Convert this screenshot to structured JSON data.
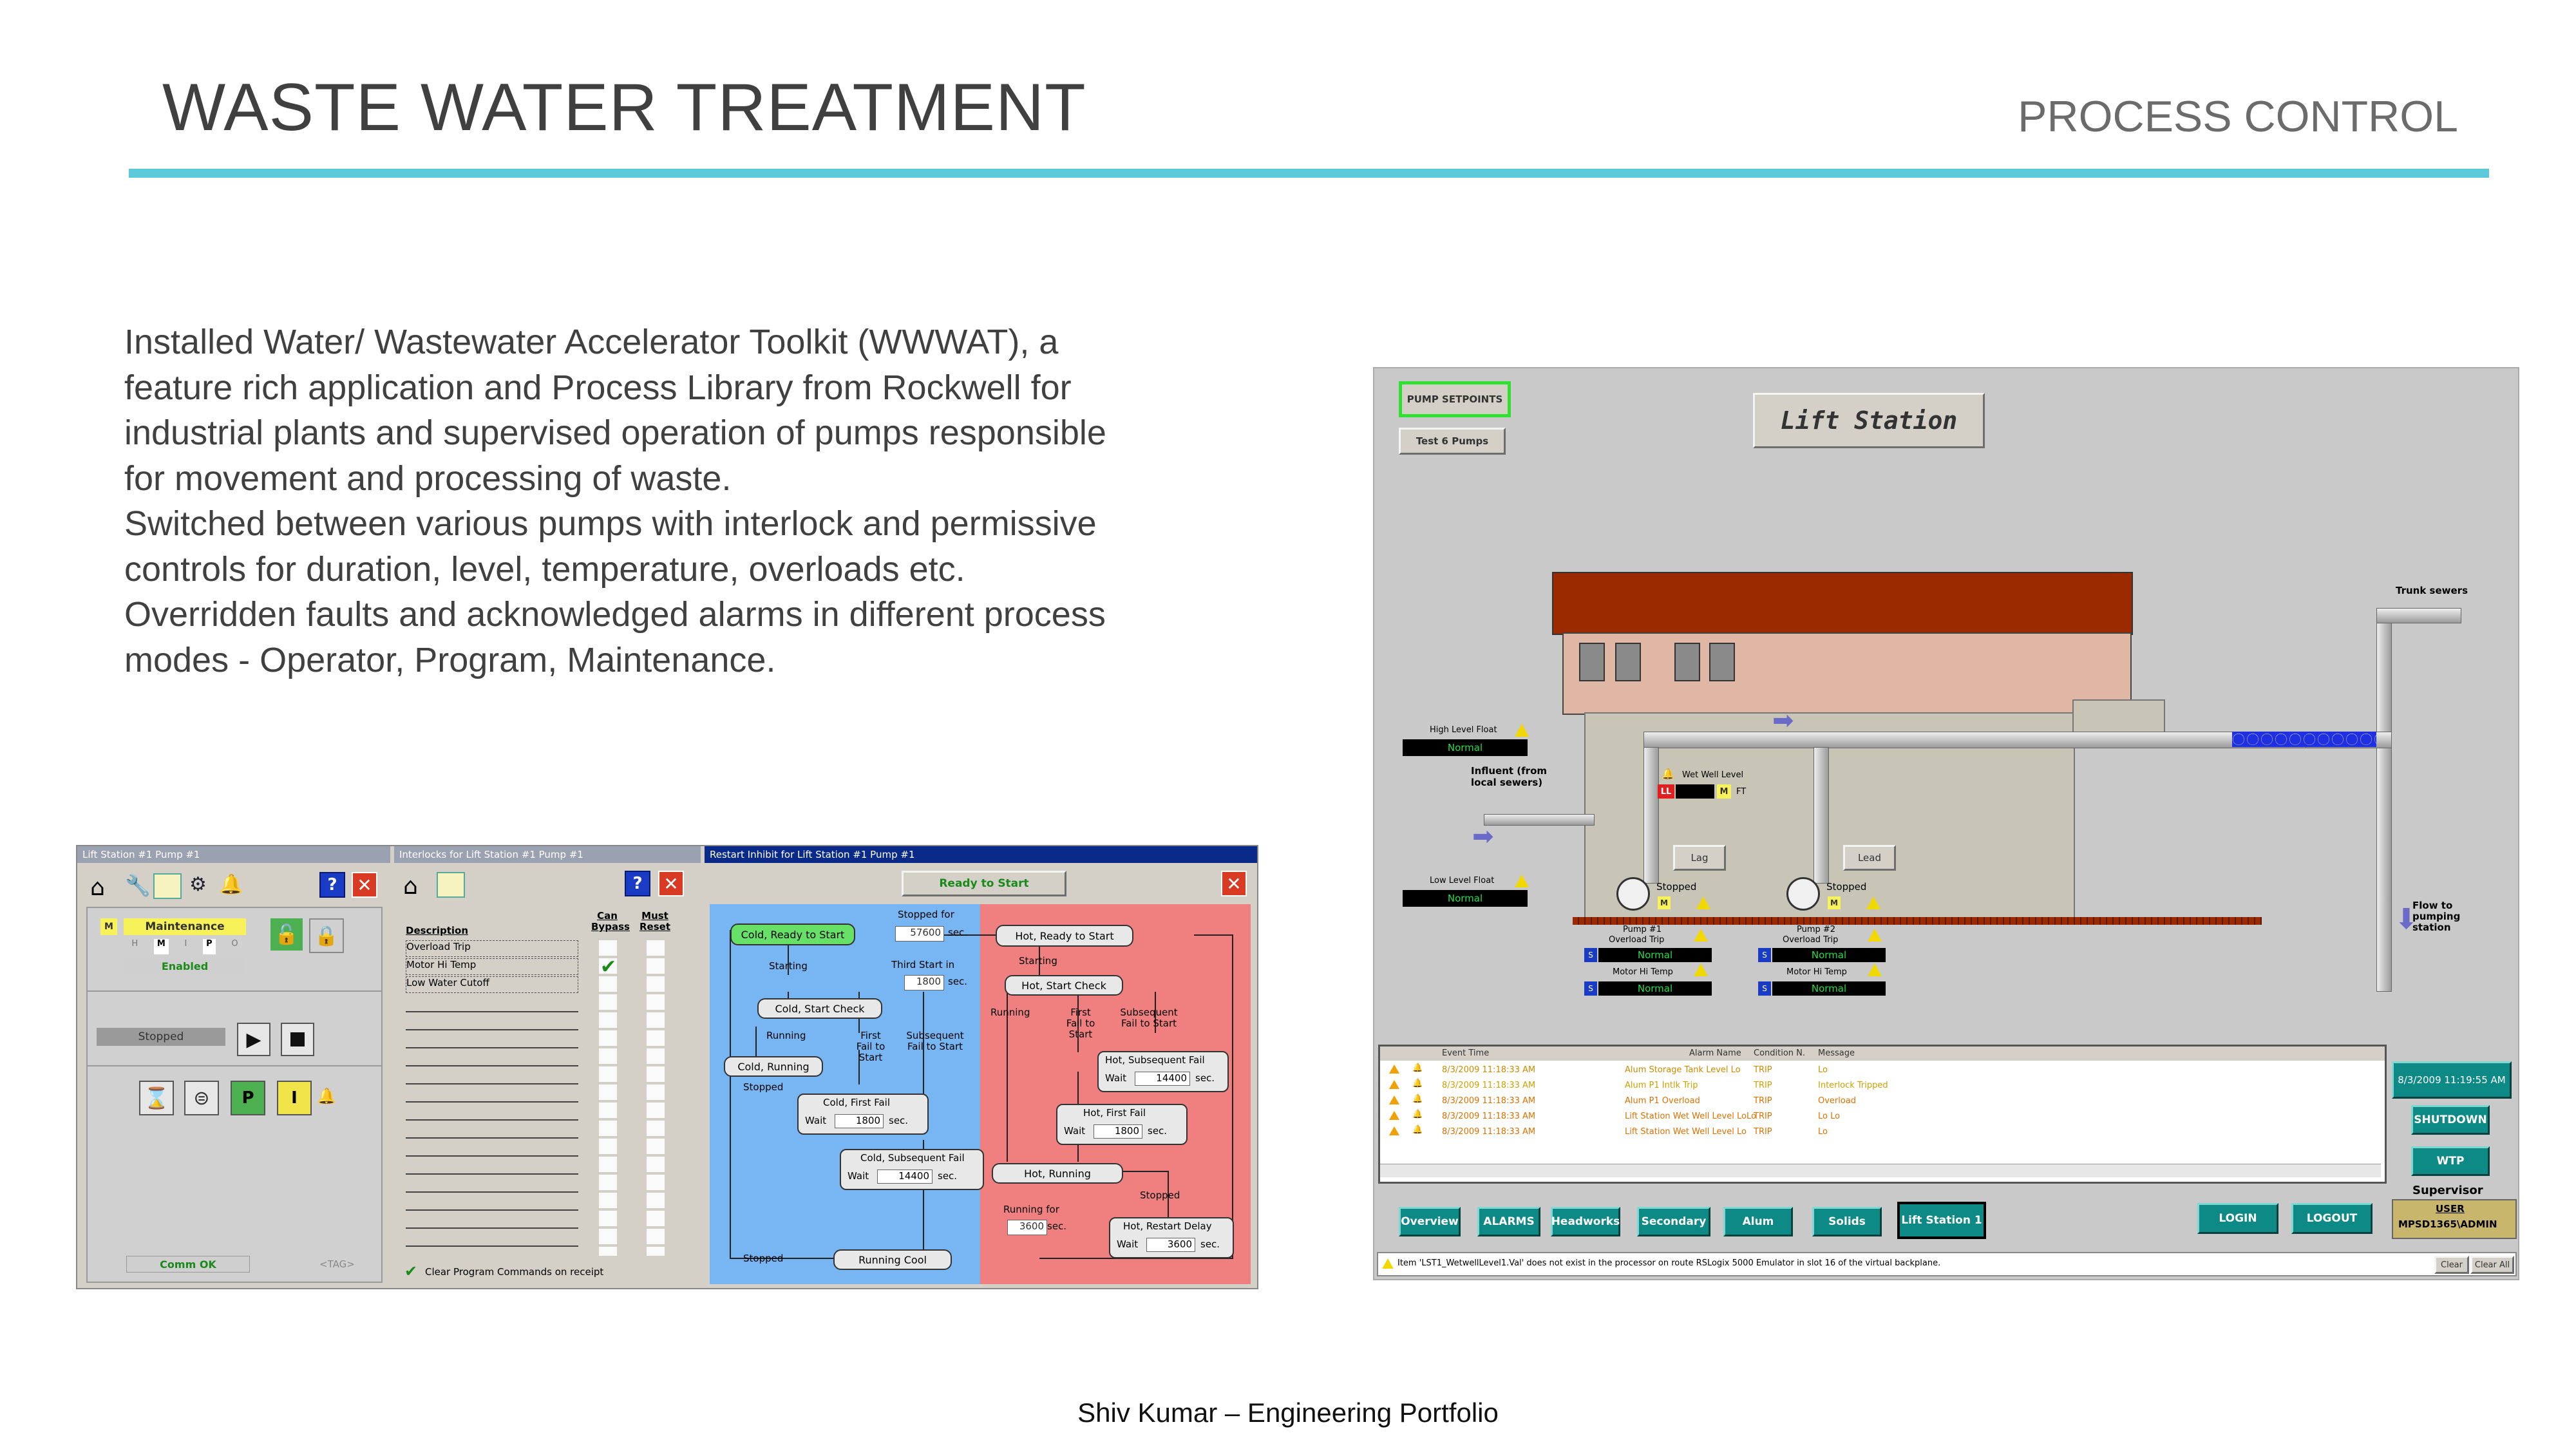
{
  "slide": {
    "title": "WASTE WATER TREATMENT",
    "subtitle": "PROCESS CONTROL",
    "paragraphs": [
      "Installed Water/ Wastewater Accelerator Toolkit (WWWAT), a feature rich application and Process Library from Rockwell for industrial plants and supervised operation of pumps responsible for movement and processing of waste.",
      "Switched between various pumps with interlock and permissive controls for duration, level, temperature, overloads etc.",
      "Overridden faults and acknowledged alarms in different process modes - Operator, Program, Maintenance."
    ],
    "footer": "Shiv Kumar – Engineering Portfolio",
    "accent_color": "#5bc9da"
  },
  "faceplate": {
    "title": "Lift Station #1 Pump #1",
    "mode_letter": "M",
    "mode": "Maintenance",
    "mode_keys": [
      "H",
      "M",
      "I",
      "P",
      "O"
    ],
    "enabled": "Enabled",
    "state": "Stopped",
    "comm": "Comm OK",
    "tag": "<TAG>",
    "help": "?",
    "icons": [
      "home-icon",
      "wrench-icon",
      "trend-icon",
      "settings-icon",
      "alarm-bell-icon"
    ]
  },
  "interlocks": {
    "title": "Interlocks for Lift Station #1 Pump #1",
    "col_description": "Description",
    "col_bypass": "Can Bypass",
    "col_reset": "Must Reset",
    "rows": [
      "Overload Trip",
      "Motor Hi Temp",
      "Low Water Cutoff"
    ],
    "bypass_checked_row": 1,
    "clear_cmd": "Clear Program Commands on receipt",
    "help": "?"
  },
  "restart": {
    "title": "Restart Inhibit for Lift Station #1 Pump #1",
    "status": "Ready to Start",
    "cold": {
      "ready": "Cold, Ready to Start",
      "start_check": "Cold, Start Check",
      "running": "Cold, Running",
      "first_fail": "Cold, First Fail",
      "subsequent_fail": "Cold, Subsequent Fail",
      "running_cool": "Running Cool",
      "starting": "Starting",
      "running_lbl": "Running",
      "first_fail_lbl": "First Fail to Start",
      "subsequent_lbl": "Subsequent Fail to Start",
      "stopped": "Stopped",
      "stopped2": "Stopped",
      "stopped_for": "Stopped for",
      "stopped_for_val": "57600",
      "third_start": "Third Start in",
      "third_start_val": "1800",
      "first_fail_wait": "1800",
      "subseq_wait": "14400"
    },
    "hot": {
      "ready": "Hot, Ready to Start",
      "start_check": "Hot, Start Check",
      "subsequent_fail": "Hot, Subsequent Fail",
      "first_fail": "Hot, First Fail",
      "running": "Hot, Running",
      "restart_delay": "Hot, Restart Delay",
      "starting": "Starting",
      "running_lbl": "Running",
      "first_fail_lbl": "First Fail to Start",
      "subsequent_lbl": "Subsequent Fail to Start",
      "stopped": "Stopped",
      "running_for": "Running for",
      "running_for_val": "3600",
      "subseq_wait": "14400",
      "first_fail_wait": "1800",
      "restart_wait": "3600"
    },
    "wait": "Wait",
    "sec": "sec."
  },
  "lift_station": {
    "title": "Lift Station",
    "btn_setpoints": "PUMP SETPOINTS",
    "btn_test": "Test 6 Pumps",
    "trunk_sewers": "Trunk sewers",
    "flow_to": "Flow to pumping station",
    "influent": "Influent (from local sewers)",
    "high_float": "High Level Float",
    "high_float_val": "Normal",
    "low_float": "Low Level Float",
    "low_float_val": "Normal",
    "wet_well": "Wet Well Level",
    "wet_well_mode": "M",
    "wet_well_unit": "FT",
    "wet_well_ll": "LL",
    "lag": "Lag",
    "lead": "Lead",
    "pump1": {
      "state": "Stopped",
      "mode": "M",
      "name": "Pump #1",
      "overload": "Overload Trip",
      "overload_val": "Normal",
      "motor": "Motor Hi Temp",
      "motor_val": "Normal"
    },
    "pump2": {
      "state": "Stopped",
      "mode": "M",
      "name": "Pump #2",
      "overload": "Overload Trip",
      "overload_val": "Normal",
      "motor": "Motor Hi Temp",
      "motor_val": "Normal"
    },
    "alarm_header": [
      "Event Time",
      "Alarm Name",
      "Condition N.",
      "Message"
    ],
    "alarms": [
      [
        "8/3/2009 11:18:33 AM",
        "Alum Storage Tank Level Lo",
        "TRIP",
        "Lo",
        "#d08a00"
      ],
      [
        "8/3/2009 11:18:33 AM",
        "Alum P1 Intlk Trip",
        "TRIP",
        "Interlock Tripped",
        "#d0a000"
      ],
      [
        "8/3/2009 11:18:33 AM",
        "Alum P1 Overload",
        "TRIP",
        "Overload",
        "#e07000"
      ],
      [
        "8/3/2009 11:18:33 AM",
        "Lift Station Wet Well Level LoLo",
        "TRIP",
        "Lo Lo",
        "#e07000"
      ],
      [
        "8/3/2009 11:18:33 AM",
        "Lift Station Wet Well Level Lo",
        "TRIP",
        "Lo",
        "#e07000"
      ]
    ],
    "clock": "8/3/2009 11:19:55 AM",
    "btn_shutdown": "SHUTDOWN",
    "btn_wtp": "WTP",
    "supervisor": "Supervisor",
    "user_label": "USER",
    "user_value": "MPSD1365\\ADMIN",
    "nav": [
      "Overview",
      "ALARMS",
      "Headworks",
      "Secondary",
      "Alum",
      "Solids",
      "Lift Station 1"
    ],
    "btn_login": "LOGIN",
    "btn_logout": "LOGOUT",
    "status_msg": "Item 'LST1_WetwellLevel1.Val' does not exist in the processor on route RSLogix 5000 Emulator in slot 16 of the virtual backplane.",
    "btn_clear": "Clear",
    "btn_clear_all": "Clear All"
  }
}
